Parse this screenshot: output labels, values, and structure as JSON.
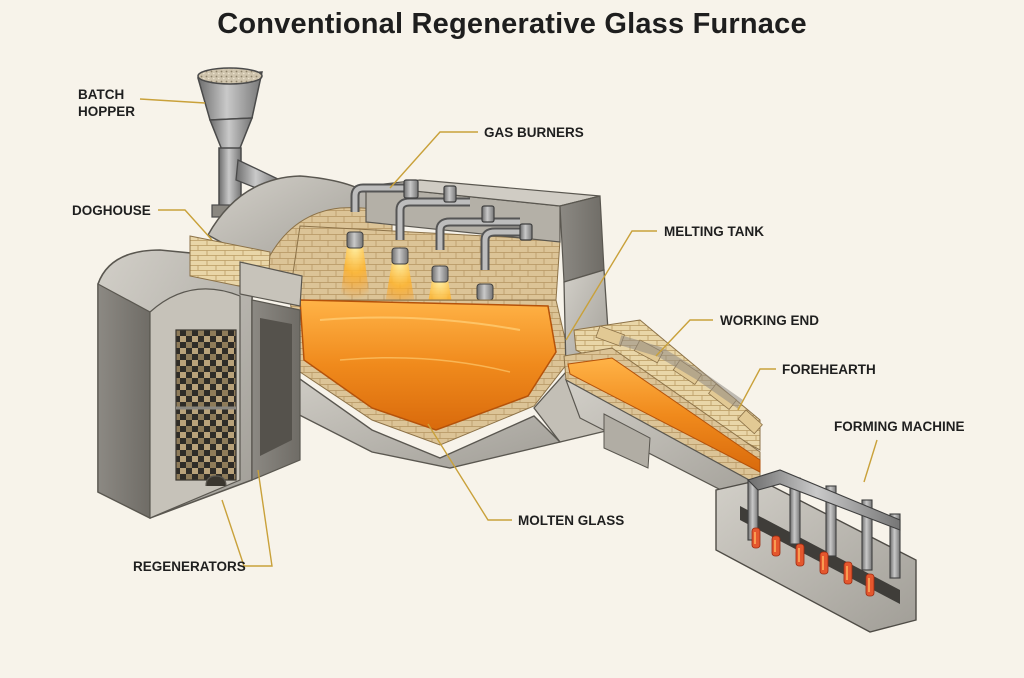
{
  "title": "Conventional Regenerative Glass Furnace",
  "labels": {
    "batch_hopper": [
      "BATCH",
      "HOPPER"
    ],
    "doghouse": "DOGHOUSE",
    "gas_burners": "GAS BURNERS",
    "melting_tank": "MELTING TANK",
    "working_end": "WORKING END",
    "forehearth": "FOREHEARTH",
    "forming_machine": "FORMING MACHINE",
    "molten_glass": "MOLTEN GLASS",
    "regenerators": "REGENERATORS"
  },
  "colors": {
    "background": "#f7f3ea",
    "leader_line": "#c9a13a",
    "molten_glass": "#f08a1c",
    "firebrick": "#e8d3a4",
    "steel": "#8f8f8f",
    "concrete": "#bdbab3"
  }
}
